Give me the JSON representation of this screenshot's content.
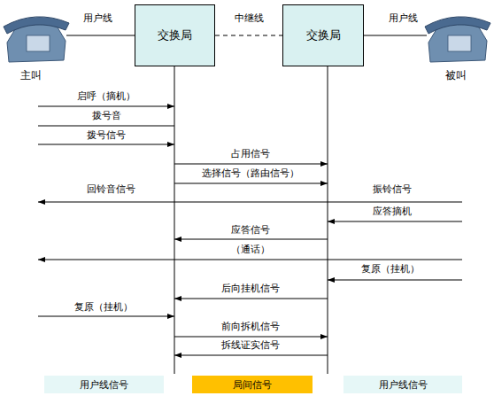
{
  "diagram": {
    "nodes": [
      {
        "text": [
          "交换局"
        ]
      },
      {
        "text": [
          "交换局"
        ]
      },
      {
        "text": [
          "用户线信号"
        ]
      },
      {
        "text": [
          "局间信号"
        ]
      },
      {
        "text": [
          "用户线信号"
        ]
      }
    ],
    "edges": [
      {
        "from": 0,
        "to": 1,
        "arrow": "none",
        "label": "中继线"
      }
    ],
    "labels": [
      "用户线",
      "用户线",
      "主叫",
      "被叫",
      "启呼（摘机）",
      "拨号音",
      "拨号信号",
      "占用信号",
      "选择信号（路由信号）",
      "回铃音信号",
      "振铃信号",
      "应答摘机",
      "应答信号",
      "（通话）",
      "复原（挂机）",
      "后向挂机信号",
      "复原（挂机）",
      "前向拆机信号",
      "拆线证实信号"
    ]
  }
}
